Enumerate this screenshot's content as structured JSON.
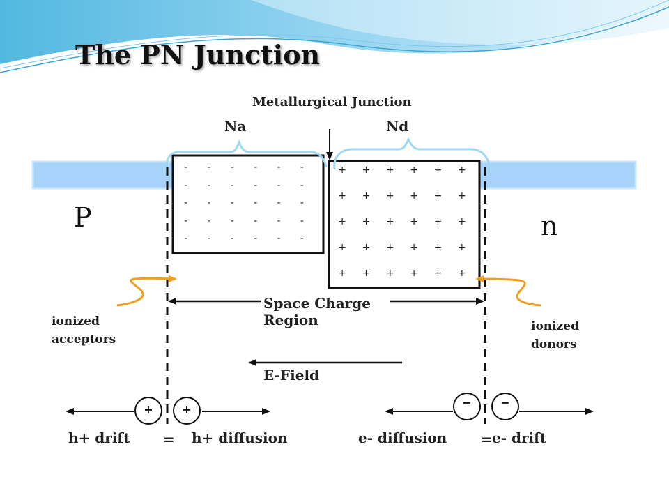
{
  "title": "The PN Junction",
  "labels": {
    "metallurgical_junction": "Metallurgical Junction",
    "na": "Na",
    "nd": "Nd",
    "p": "P",
    "n": "n",
    "space_charge_region": "Space Charge Region",
    "e_field": "E-Field",
    "ionized_acceptors": "ionized acceptors",
    "ionized_donors": "ionized donors",
    "h_drift": "h+ drift",
    "h_diffusion": "h+ diffusion",
    "e_diffusion": "e- diffusion",
    "e_drift": "e- drift",
    "equals": "="
  },
  "charges": {
    "negative_symbol": "-",
    "positive_symbol": "+",
    "negative_grid": {
      "rows": 5,
      "cols": 6
    },
    "positive_grid": {
      "rows": 5,
      "cols": 6
    },
    "hole_symbol": "+",
    "electron_symbol": "−"
  },
  "colors": {
    "semiconductor_bar": "#a8d4fb",
    "bar_border": "#c6e6fc",
    "wave_accent": "#4fb3df",
    "brace": "#9fd8f0",
    "squiggle": "#f0a020",
    "ink": "#111111"
  }
}
